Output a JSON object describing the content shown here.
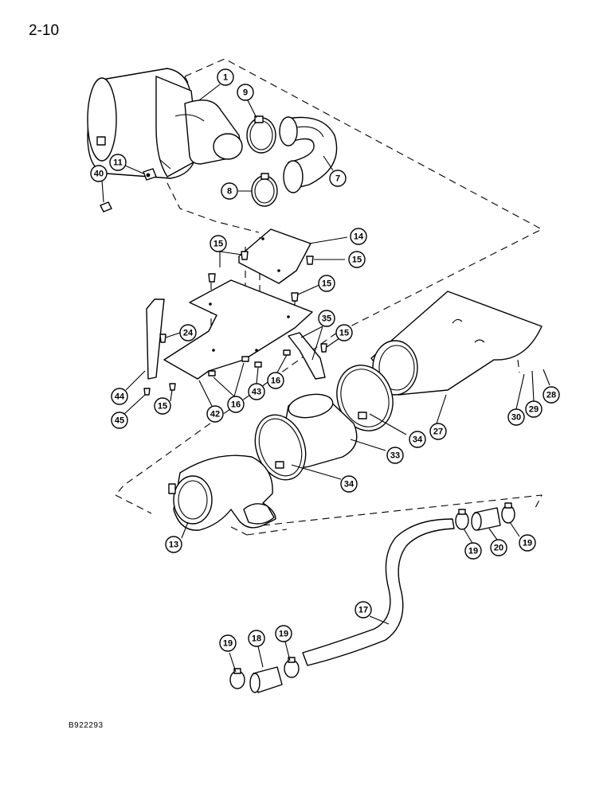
{
  "page": {
    "number": "2-10",
    "figure_id": "B922293"
  },
  "callouts": [
    {
      "id": "c1",
      "label": "1"
    },
    {
      "id": "c9",
      "label": "9"
    },
    {
      "id": "c7",
      "label": "7"
    },
    {
      "id": "c8",
      "label": "8"
    },
    {
      "id": "c11",
      "label": "11"
    },
    {
      "id": "c40",
      "label": "40"
    },
    {
      "id": "c14",
      "label": "14"
    },
    {
      "id": "c15a",
      "label": "15"
    },
    {
      "id": "c15b",
      "label": "15"
    },
    {
      "id": "c15c",
      "label": "15"
    },
    {
      "id": "c15d",
      "label": "15"
    },
    {
      "id": "c15e",
      "label": "15"
    },
    {
      "id": "c24",
      "label": "24"
    },
    {
      "id": "c35",
      "label": "35"
    },
    {
      "id": "c16a",
      "label": "16"
    },
    {
      "id": "c16b",
      "label": "16"
    },
    {
      "id": "c43",
      "label": "43"
    },
    {
      "id": "c44",
      "label": "44"
    },
    {
      "id": "c45",
      "label": "45"
    },
    {
      "id": "c42",
      "label": "42"
    },
    {
      "id": "c27",
      "label": "27"
    },
    {
      "id": "c30",
      "label": "30"
    },
    {
      "id": "c29",
      "label": "29"
    },
    {
      "id": "c28",
      "label": "28"
    },
    {
      "id": "c34a",
      "label": "34"
    },
    {
      "id": "c33",
      "label": "33"
    },
    {
      "id": "c34b",
      "label": "34"
    },
    {
      "id": "c13",
      "label": "13"
    },
    {
      "id": "c19a",
      "label": "19"
    },
    {
      "id": "c20",
      "label": "20"
    },
    {
      "id": "c19b",
      "label": "19"
    },
    {
      "id": "c17",
      "label": "17"
    },
    {
      "id": "c19c",
      "label": "19"
    },
    {
      "id": "c18",
      "label": "18"
    },
    {
      "id": "c19d",
      "label": "19"
    }
  ]
}
